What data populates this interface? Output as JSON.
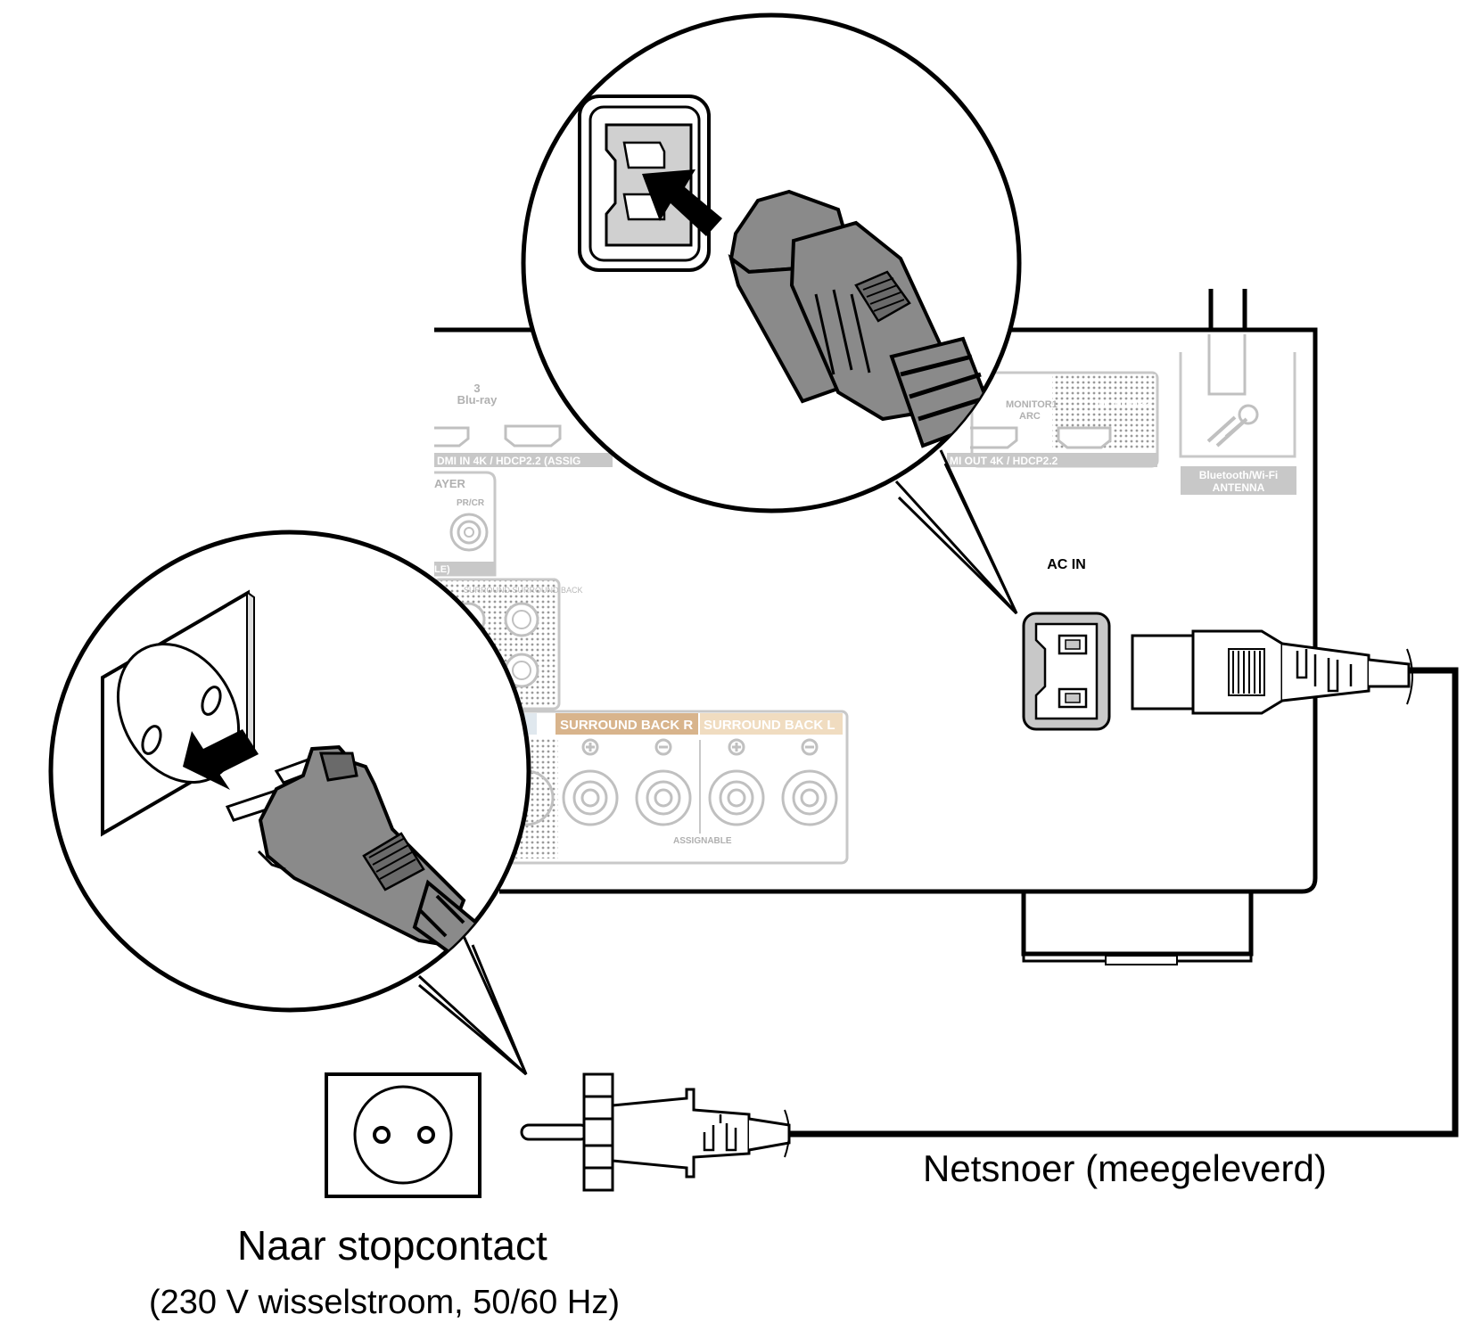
{
  "labels": {
    "cord": "Netsnoer (meegeleverd)",
    "outlet": "Naar stopcontact",
    "outlet_spec": "(230 V wisselstroom, 50/60 Hz)",
    "ac_in": "AC IN"
  },
  "panel_labels": {
    "hdmi_input_number": "3",
    "hdmi_input_name": "Blu-ray",
    "hdmi_in_spec": "DMI IN 4K / HDCP2.2 (ASSIG",
    "monitor1": "MONITOR1",
    "monitor1_sub": "ARC",
    "monitor2": "MONITOR2",
    "hdmi_out_spec": "MI OUT 4K / HDCP2.2",
    "antenna_line1": "Bluetooth/Wi-Fi",
    "antenna_line2": "ANTENNA",
    "player": "AYER",
    "pr_cr": "PR/CR",
    "le": "LE)",
    "surround_strip": "SURROUND  SURROUND BACK",
    "surround_back_r": "SURROUND BACK R",
    "surround_back_l": "SURROUND BACK L",
    "assignable": "ASSIGNABLE"
  },
  "colors": {
    "line": "#000000",
    "panel_grey": "#c8c8c8",
    "plug_grey": "#8a8a8a",
    "surround_r": "#d8b48c",
    "surround_l": "#f0dcc0"
  }
}
